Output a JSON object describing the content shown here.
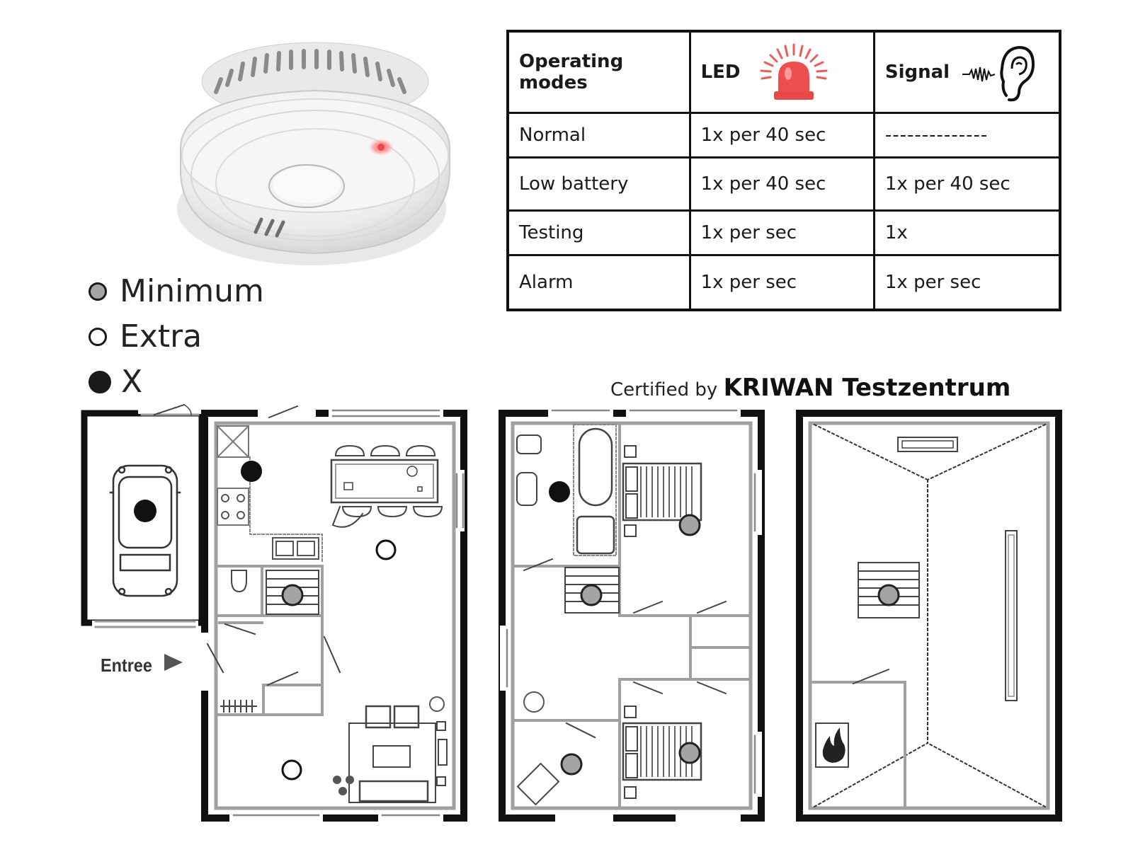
{
  "legend": {
    "items": [
      {
        "key": "minimum",
        "label": "Minimum"
      },
      {
        "key": "extra",
        "label": "Extra"
      },
      {
        "key": "x",
        "label": "X"
      }
    ]
  },
  "table": {
    "headers": {
      "modes": "Operating modes",
      "led": "LED",
      "signal": "Signal"
    },
    "rows": [
      {
        "mode": "Normal",
        "led": "1x per 40 sec",
        "signal": "--------------"
      },
      {
        "mode": "Low battery",
        "led": "1x per 40 sec",
        "signal": "1x per 40 sec"
      },
      {
        "mode": "Testing",
        "led": "1x per sec",
        "signal": "1x"
      },
      {
        "mode": "Alarm",
        "led": "1x per sec",
        "signal": "1x per sec"
      }
    ]
  },
  "certification": {
    "prefix": "Certified by",
    "brand": "KRIWAN Testzentrum"
  },
  "floorplan": {
    "entrance_label": "Entree"
  },
  "colors": {
    "led_red": "#e84848",
    "minimum_gray": "#a4a4a4",
    "wall_black": "#111111",
    "wall_inner_gray": "#a0a0a0"
  }
}
